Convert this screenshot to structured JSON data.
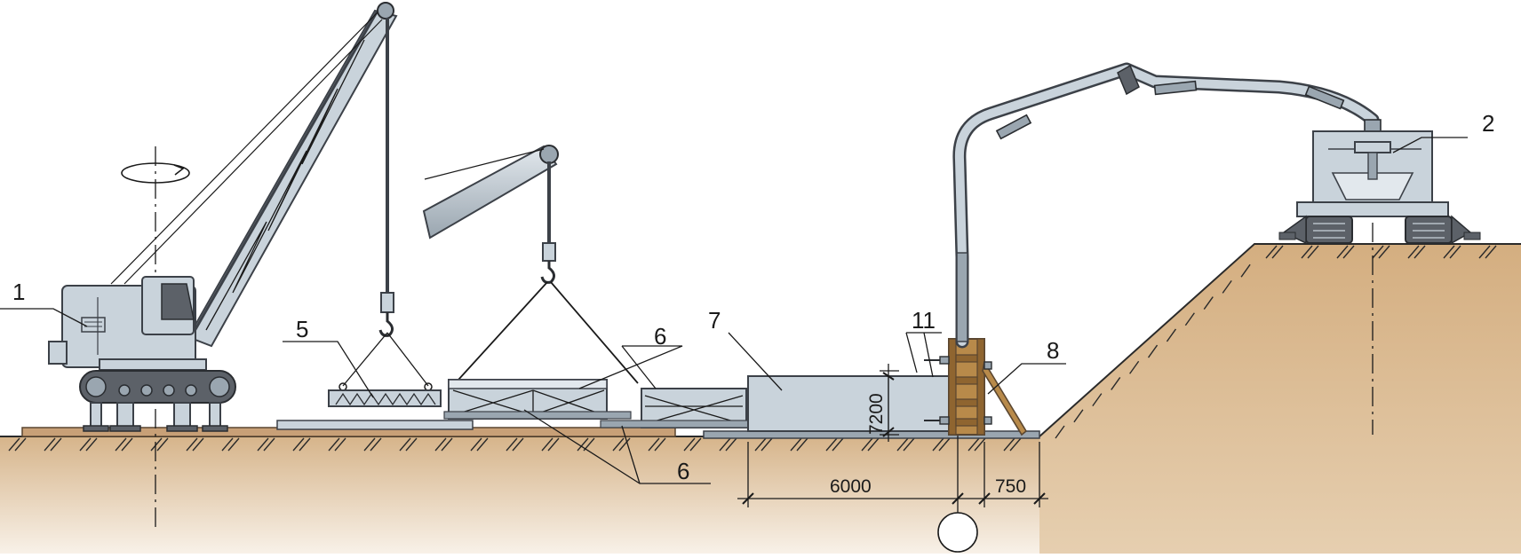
{
  "labels": {
    "l1": "1",
    "l2": "2",
    "l5": "5",
    "l6a": "6",
    "l6b": "6",
    "l7": "7",
    "l8": "8",
    "l11": "11"
  },
  "dimensions": {
    "length": "6000",
    "offset": "750",
    "height": "7200"
  },
  "colors": {
    "soil": "#d8b88f",
    "soil_light": "#f2e6d6",
    "metal": "#c9d3db",
    "metal_dark": "#5c6168",
    "formwork": "#b88a4a",
    "line": "#1a1a1a"
  },
  "icons": [
    "rotation-arrow-icon",
    "hook-icon"
  ]
}
